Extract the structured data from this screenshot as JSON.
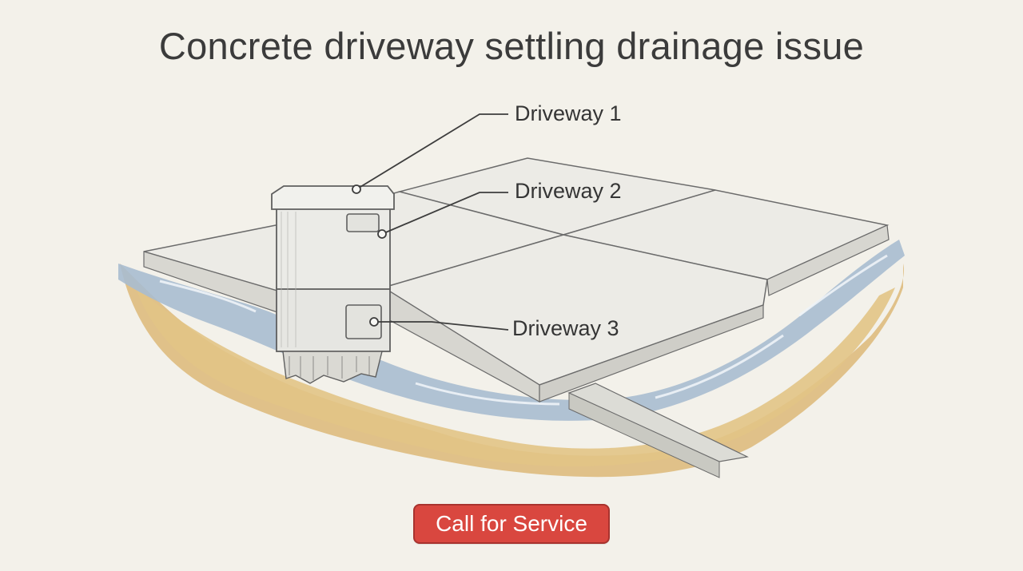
{
  "title": "Concrete driveway settling drainage issue",
  "callouts": [
    {
      "label": "Driveway 1",
      "icon": "leader-line-icon"
    },
    {
      "label": "Driveway 2",
      "icon": "leader-line-icon"
    },
    {
      "label": "Driveway 3",
      "icon": "leader-line-icon"
    }
  ],
  "cta": {
    "label": "Call for Service"
  },
  "colors": {
    "background": "#f3f1ea",
    "concrete": "#ecebe6",
    "water": "#a9bdd0",
    "soil": "#dcb878",
    "button": "#d9473f",
    "ink": "#3a3a3a"
  }
}
